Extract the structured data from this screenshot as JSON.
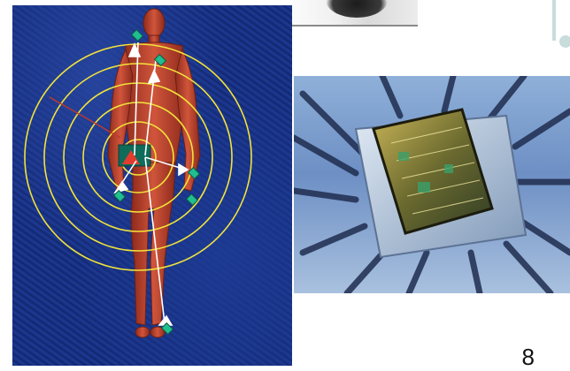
{
  "slide": {
    "page_number": "8"
  },
  "images": {
    "top_photo": "partial-photo",
    "body_map": "human-body-radiation-map",
    "chip": "microchip-photo"
  },
  "colors": {
    "background": "#ffffff",
    "body_bg": "#152b7d",
    "rings": "#f2e33a",
    "sensor": "#1fbf8f",
    "muscle": "#b8402c"
  }
}
